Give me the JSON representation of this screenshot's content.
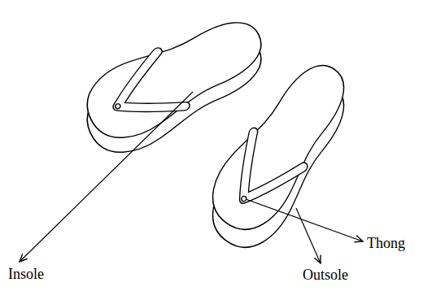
{
  "diagram": {
    "labels": [
      "Insole",
      "Thong",
      "Outsole"
    ]
  }
}
